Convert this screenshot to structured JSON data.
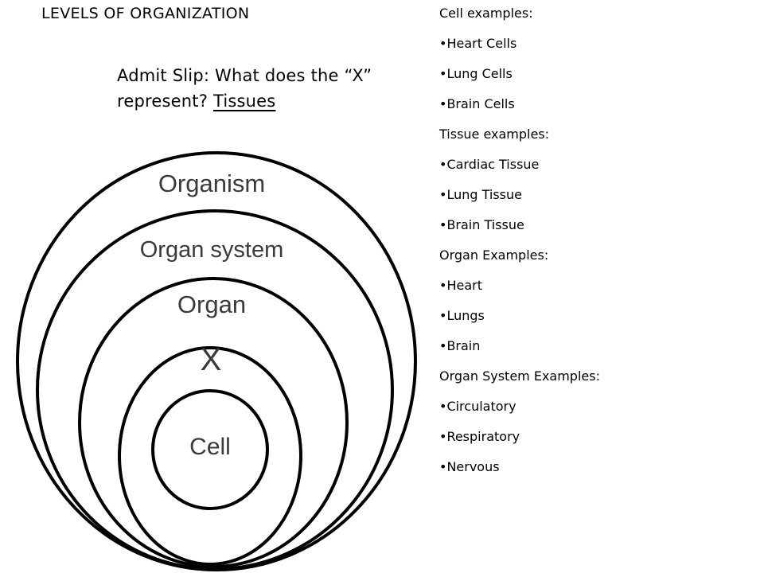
{
  "title": "LEVELS OF ORGANIZATION",
  "admit_slip": {
    "question_line1": "Admit Slip: What does the “X”",
    "question_line2": "represent?",
    "answer": "Tissues"
  },
  "diagram": {
    "levels": [
      "Organism",
      "Organ system",
      "Organ",
      "X",
      "Cell"
    ]
  },
  "examples": [
    {
      "heading": "Cell examples:",
      "items": [
        "Heart Cells",
        "Lung Cells",
        "Brain Cells"
      ]
    },
    {
      "heading": "Tissue examples:",
      "items": [
        "Cardiac Tissue",
        "Lung Tissue",
        "Brain Tissue"
      ]
    },
    {
      "heading": "Organ Examples:",
      "items": [
        "Heart",
        "Lungs",
        "Brain"
      ]
    },
    {
      "heading": "Organ System Examples:",
      "items": [
        "Circulatory",
        "Respiratory",
        "Nervous"
      ]
    }
  ]
}
